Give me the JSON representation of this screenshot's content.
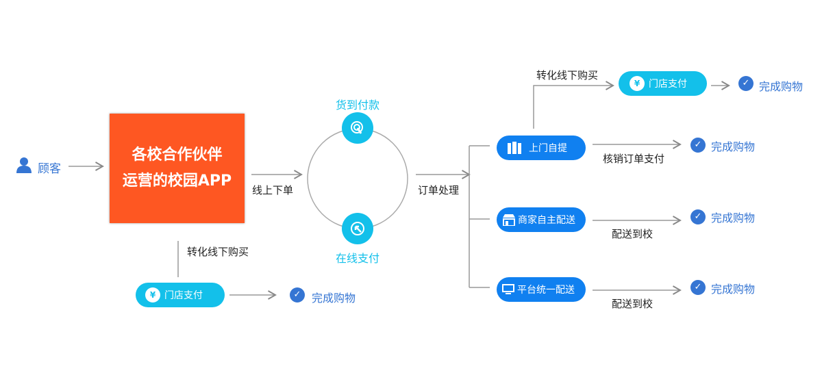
{
  "customer": {
    "label": "顾客"
  },
  "app": {
    "line1": "各校合作伙伴",
    "line2": "运营的校园APP"
  },
  "edges": {
    "online_order": "线上下单",
    "order_process": "订单处理",
    "convert_offline_left": "转化线下购买",
    "convert_offline_right": "转化线下购买",
    "verify_pay": "核销订单支付",
    "deliver1": "配送到校",
    "deliver2": "配送到校"
  },
  "payment": {
    "cod": "货到付款",
    "online": "在线支付"
  },
  "pills": {
    "store_pay_left": "门店支付",
    "store_pay_right": "门店支付",
    "pickup": "上门自提",
    "merchant_delivery": "商家自主配送",
    "platform_delivery": "平台统一配送"
  },
  "done": {
    "label": "完成购物"
  },
  "colors": {
    "orange": "#fe5722",
    "cyan": "#13c0ea",
    "blue": "#1080f0",
    "check": "#3575d3"
  }
}
